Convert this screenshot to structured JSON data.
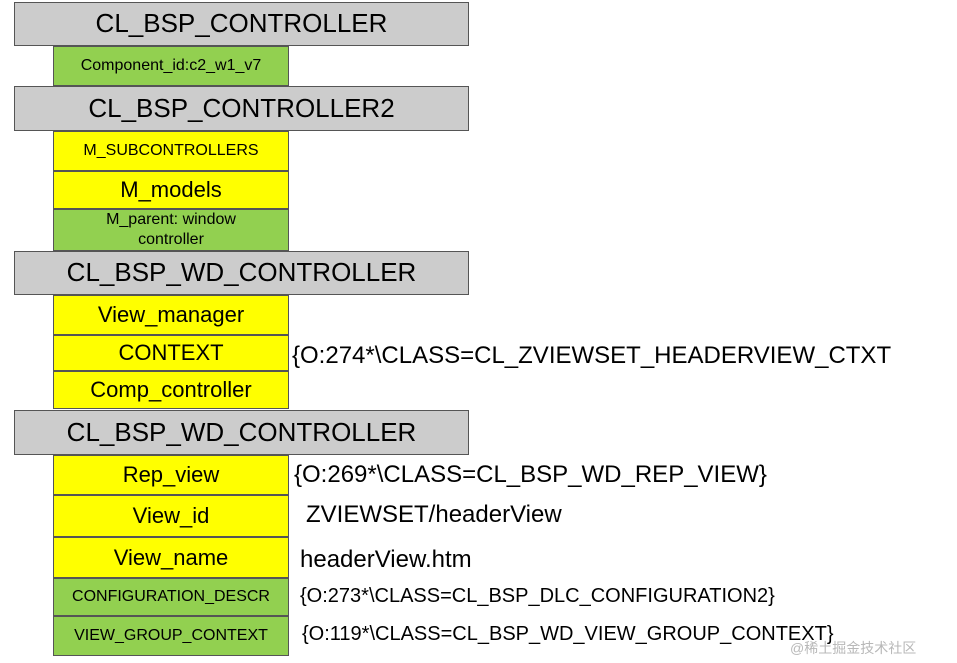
{
  "blocks": [
    {
      "header": "CL_BSP_CONTROLLER",
      "fields": [
        {
          "label": "Component_id:c2_w1_v7",
          "value": ""
        }
      ]
    },
    {
      "header": "CL_BSP_CONTROLLER2",
      "fields": [
        {
          "label": "M_SUBCONTROLLERS",
          "value": ""
        },
        {
          "label": "M_models",
          "value": ""
        },
        {
          "label": "M_parent: window controller",
          "value": ""
        }
      ]
    },
    {
      "header": "CL_BSP_WD_CONTROLLER",
      "fields": [
        {
          "label": "View_manager",
          "value": ""
        },
        {
          "label": "CONTEXT",
          "value": "{O:274*\\CLASS=CL_ZVIEWSET_HEADERVIEW_CTXT"
        },
        {
          "label": "Comp_controller",
          "value": ""
        }
      ]
    },
    {
      "header": "CL_BSP_WD_CONTROLLER",
      "fields": [
        {
          "label": "Rep_view",
          "value": "{O:269*\\CLASS=CL_BSP_WD_REP_VIEW}"
        },
        {
          "label": "View_id",
          "value": "ZVIEWSET/headerView"
        },
        {
          "label": "View_name",
          "value": "headerView.htm"
        },
        {
          "label": "CONFIGURATION_DESCR",
          "value": "{O:273*\\CLASS=CL_BSP_DLC_CONFIGURATION2}"
        },
        {
          "label": "VIEW_GROUP_CONTEXT",
          "value": "{O:119*\\CLASS=CL_BSP_WD_VIEW_GROUP_CONTEXT}"
        }
      ]
    }
  ],
  "colors": {
    "header": "#cccccc",
    "yellow": "#ffff00",
    "green": "#92d050"
  },
  "watermark": "@稀土掘金技术社区"
}
